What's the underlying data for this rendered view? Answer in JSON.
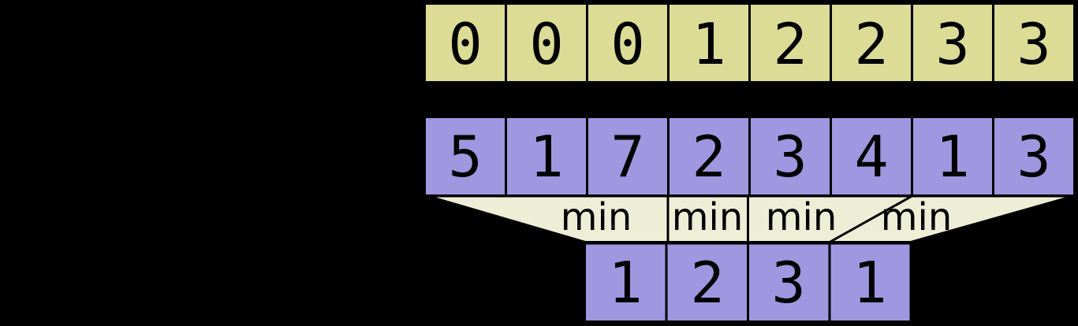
{
  "colors": {
    "background": "#000000",
    "index_row_fill": "#dcdc96",
    "value_row_fill": "#9f97e0",
    "funnel_fill": "#eeeed6",
    "line": "#000000"
  },
  "index_row": {
    "cells": [
      "0",
      "0",
      "0",
      "1",
      "2",
      "2",
      "3",
      "3"
    ]
  },
  "value_row": {
    "cells": [
      "5",
      "1",
      "7",
      "2",
      "3",
      "4",
      "1",
      "3"
    ]
  },
  "funnel": {
    "labels": [
      "min",
      "min",
      "min",
      "min"
    ]
  },
  "minima_row": {
    "cells": [
      "1",
      "2",
      "3",
      "1"
    ]
  }
}
